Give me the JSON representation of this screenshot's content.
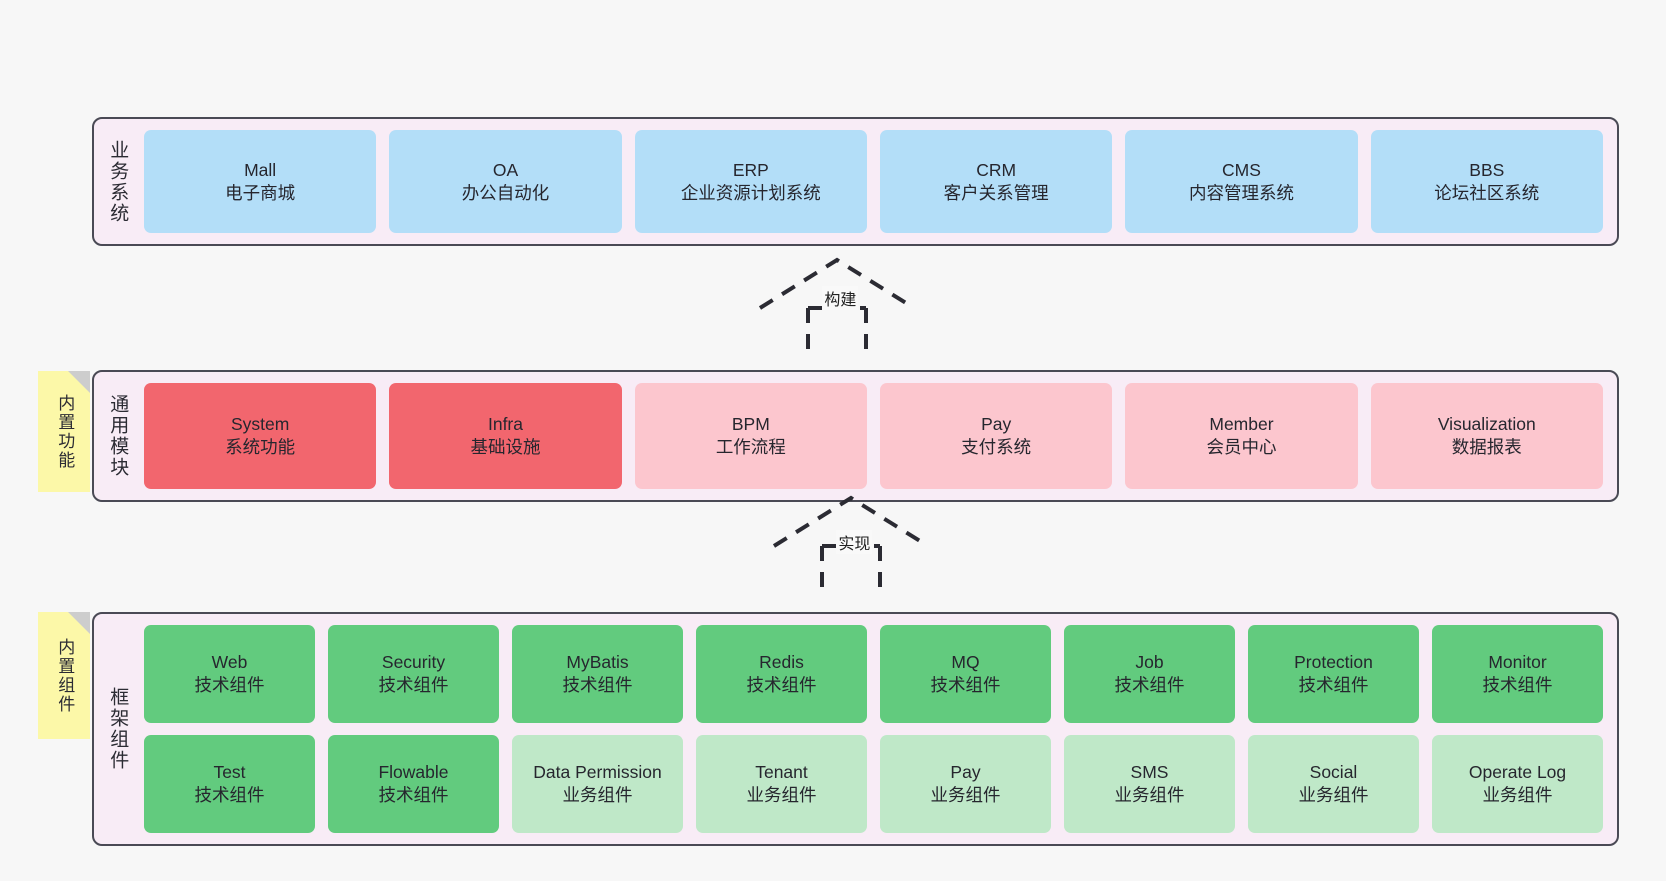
{
  "colors": {
    "panel_bg": "#f8ecf6",
    "panel_border": "#4a4a55",
    "blue": "#b3def8",
    "red": "#f2666e",
    "pink": "#fcc6ce",
    "green": "#62cb7e",
    "green_light": "#bfe8c8",
    "sticky_yellow": "#fcf8a8",
    "canvas": "#f7f7f7"
  },
  "layers": {
    "business": {
      "title": "业务系统",
      "cards": [
        {
          "en": "Mall",
          "cn": "电子商城"
        },
        {
          "en": "OA",
          "cn": "办公自动化"
        },
        {
          "en": "ERP",
          "cn": "企业资源计划系统"
        },
        {
          "en": "CRM",
          "cn": "客户关系管理"
        },
        {
          "en": "CMS",
          "cn": "内容管理系统"
        },
        {
          "en": "BBS",
          "cn": "论坛社区系统"
        }
      ]
    },
    "modules": {
      "title": "通用模块",
      "sticky": "内置功能",
      "cards": [
        {
          "en": "System",
          "cn": "系统功能",
          "tone": "red"
        },
        {
          "en": "Infra",
          "cn": "基础设施",
          "tone": "red"
        },
        {
          "en": "BPM",
          "cn": "工作流程",
          "tone": "pink"
        },
        {
          "en": "Pay",
          "cn": "支付系统",
          "tone": "pink"
        },
        {
          "en": "Member",
          "cn": "会员中心",
          "tone": "pink"
        },
        {
          "en": "Visualization",
          "cn": "数据报表",
          "tone": "pink"
        }
      ]
    },
    "framework": {
      "title": "框架组件",
      "sticky": "内置组件",
      "row1": [
        {
          "en": "Web",
          "cn": "技术组件"
        },
        {
          "en": "Security",
          "cn": "技术组件"
        },
        {
          "en": "MyBatis",
          "cn": "技术组件"
        },
        {
          "en": "Redis",
          "cn": "技术组件"
        },
        {
          "en": "MQ",
          "cn": "技术组件"
        },
        {
          "en": "Job",
          "cn": "技术组件"
        },
        {
          "en": "Protection",
          "cn": "技术组件"
        },
        {
          "en": "Monitor",
          "cn": "技术组件"
        }
      ],
      "row2": [
        {
          "en": "Test",
          "cn": "技术组件",
          "tone": "green"
        },
        {
          "en": "Flowable",
          "cn": "技术组件",
          "tone": "green"
        },
        {
          "en": "Data Permission",
          "cn": "业务组件",
          "tone": "green-light"
        },
        {
          "en": "Tenant",
          "cn": "业务组件",
          "tone": "green-light"
        },
        {
          "en": "Pay",
          "cn": "业务组件",
          "tone": "green-light"
        },
        {
          "en": "SMS",
          "cn": "业务组件",
          "tone": "green-light"
        },
        {
          "en": "Social",
          "cn": "业务组件",
          "tone": "green-light"
        },
        {
          "en": "Operate Log",
          "cn": "业务组件",
          "tone": "green-light"
        }
      ]
    }
  },
  "connectors": {
    "build": {
      "label": "构建",
      "style": "dashed-hollow-triangle",
      "direction": "up"
    },
    "realize": {
      "label": "实现",
      "style": "dashed-hollow-triangle",
      "direction": "up"
    }
  }
}
